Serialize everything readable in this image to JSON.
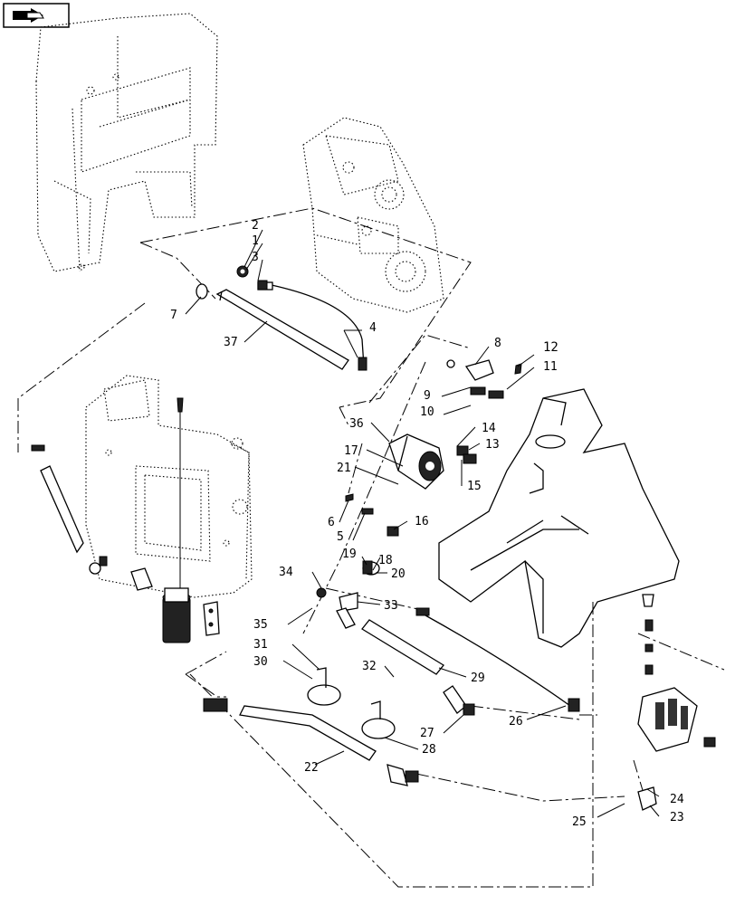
{
  "nav_icon": "arrow-book-icon",
  "callouts": {
    "c1": "1",
    "c2": "2",
    "c3": "3",
    "c4": "4",
    "c5": "5",
    "c6": "6",
    "c7": "7",
    "c8": "8",
    "c9": "9",
    "c10": "10",
    "c11": "11",
    "c12": "12",
    "c13": "13",
    "c14": "14",
    "c15": "15",
    "c16": "16",
    "c17": "17",
    "c18": "18",
    "c19": "19",
    "c20": "20",
    "c21": "21",
    "c22": "22",
    "c23": "23",
    "c24": "24",
    "c25": "25",
    "c26": "26",
    "c27": "27",
    "c28": "28",
    "c29": "29",
    "c30": "30",
    "c31": "31",
    "c32": "32",
    "c33": "33",
    "c34": "34",
    "c35": "35",
    "c36": "36",
    "c37": "37"
  }
}
